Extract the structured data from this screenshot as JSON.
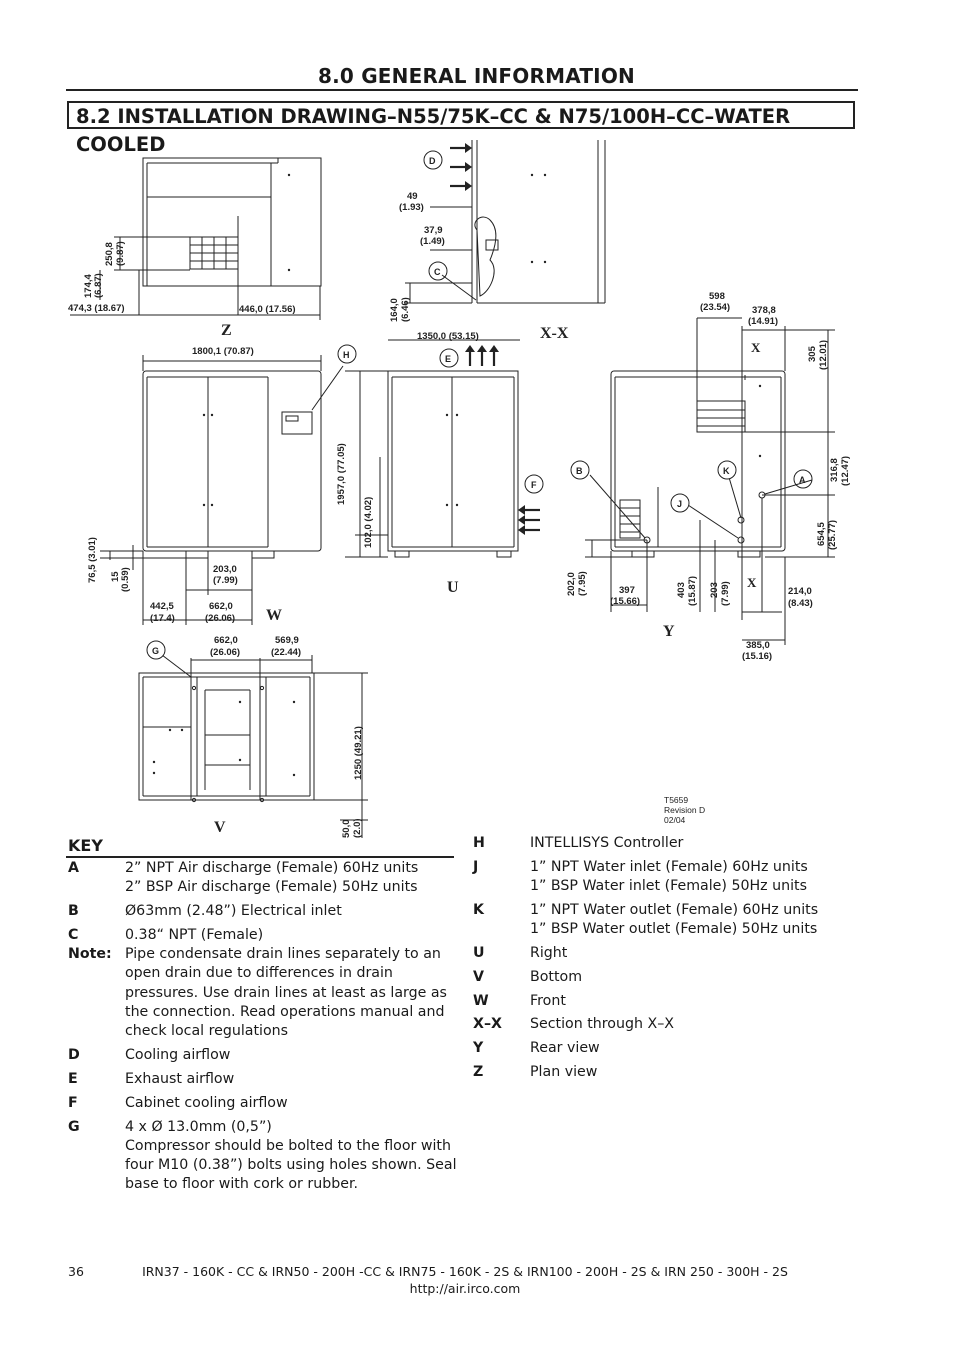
{
  "heading": "8.0 GENERAL INFORMATION",
  "subheading": "8.2 INSTALLATION DRAWING–N55/75K–CC & N75/100H–CC–WATER COOLED",
  "drawing": {
    "view_labels": {
      "z": "Z",
      "xx": "X-X",
      "w": "W",
      "u": "U",
      "y": "Y",
      "v": "V",
      "x": "X"
    },
    "callouts": {
      "a": "A",
      "b": "B",
      "c": "C",
      "d": "D",
      "e": "E",
      "f": "F",
      "g": "G",
      "h": "H",
      "j": "J",
      "k": "K"
    },
    "dims": {
      "d_474": "474,3 (18.67)",
      "d_446": "446,0 (17.56)",
      "d_174": "174,4",
      "d_174b": "(6.87)",
      "d_250": "250,8",
      "d_250b": "(9.87)",
      "d_49": "49",
      "d_49b": "(1.93)",
      "d_379": "37,9",
      "d_379b": "(1.49)",
      "d_164": "164,0",
      "d_164b": "(6.46)",
      "d_1350": "1350,0 (53.15)",
      "d_1800": "1800,1 (70.87)",
      "d_1957": "1957,0 (77.05)",
      "d_102": "102,0 (4.02)",
      "d_765": "76,5 (3.01)",
      "d_15": "15",
      "d_15b": "(0.59)",
      "d_203": "203,0",
      "d_203b": "(7.99)",
      "d_4425": "442,5",
      "d_4425b": "(17.4)",
      "d_662": "662,0",
      "d_662b": "(26.06)",
      "d_598": "598",
      "d_598b": "(23.54)",
      "d_3788": "378,8",
      "d_3788b": "(14.91)",
      "d_305": "305",
      "d_305b": "(12.01)",
      "d_3168": "316,8",
      "d_3168b": "(12.47)",
      "d_6545": "654,5",
      "d_6545b": "(25.77)",
      "d_202": "202,0",
      "d_202b": "(7.95)",
      "d_397": "397",
      "d_397b": "(15.66)",
      "d_403": "403",
      "d_403b": "(15.87)",
      "d_203y": "203",
      "d_203yb": "(7.99)",
      "d_214": "214,0",
      "d_214b": "(8.43)",
      "d_385": "385,0",
      "d_385b": "(15.16)",
      "d_662v": "662,0",
      "d_662vb": "(26.06)",
      "d_5699": "569,9",
      "d_5699b": "(22.44)",
      "d_1250": "1250 (49.21)",
      "d_50": "50,0",
      "d_50b": "(2.0)"
    },
    "revision": {
      "code": "T5659",
      "rev": "Revision D",
      "date": "02/04"
    },
    "colors": {
      "line": "#222222",
      "fill": "#ffffff"
    }
  },
  "key": {
    "title": "KEY",
    "left": [
      {
        "code": "A",
        "desc": "2” NPT Air discharge (Female) 60Hz units\n2” BSP Air discharge (Female) 50Hz units"
      },
      {
        "code": "B",
        "desc": "Ø63mm (2.48”) Electrical inlet"
      },
      {
        "code": "C",
        "desc": "0.38“ NPT (Female)"
      },
      {
        "code": "Note:",
        "desc": "Pipe condensate drain lines separately to an open drain due to differences in drain pressures. Use drain lines at least as large as the connection. Read operations manual and check local regulations"
      },
      {
        "code": "D",
        "desc": "Cooling airflow"
      },
      {
        "code": "E",
        "desc": "Exhaust airflow"
      },
      {
        "code": "F",
        "desc": "Cabinet cooling airflow"
      },
      {
        "code": "G",
        "desc": "4 x Ø 13.0mm (0,5”)\nCompressor should be bolted to the floor with four M10  (0.38”)  bolts using holes shown. Seal base to floor with  cork or rubber."
      }
    ],
    "right": [
      {
        "code": "H",
        "desc": "INTELLISYS Controller"
      },
      {
        "code": "J",
        "desc": "1” NPT Water inlet (Female) 60Hz units\n1” BSP Water inlet (Female) 50Hz units"
      },
      {
        "code": "K",
        "desc": "1” NPT Water outlet (Female) 60Hz units\n1” BSP Water outlet (Female) 50Hz units"
      },
      {
        "code": "U",
        "desc": "Right"
      },
      {
        "code": "V",
        "desc": "Bottom"
      },
      {
        "code": "W",
        "desc": " Front"
      },
      {
        "code": "X–X",
        "desc": "Section through X–X"
      },
      {
        "code": "Y",
        "desc": "Rear view"
      },
      {
        "code": "Z",
        "desc": "Plan view"
      }
    ]
  },
  "footer": {
    "page": "36",
    "models": "IRN37 - 160K - CC & IRN50 - 200H -CC & IRN75 - 160K - 2S & IRN100 - 200H - 2S & IRN 250 - 300H - 2S",
    "url": "http://air.irco.com"
  }
}
